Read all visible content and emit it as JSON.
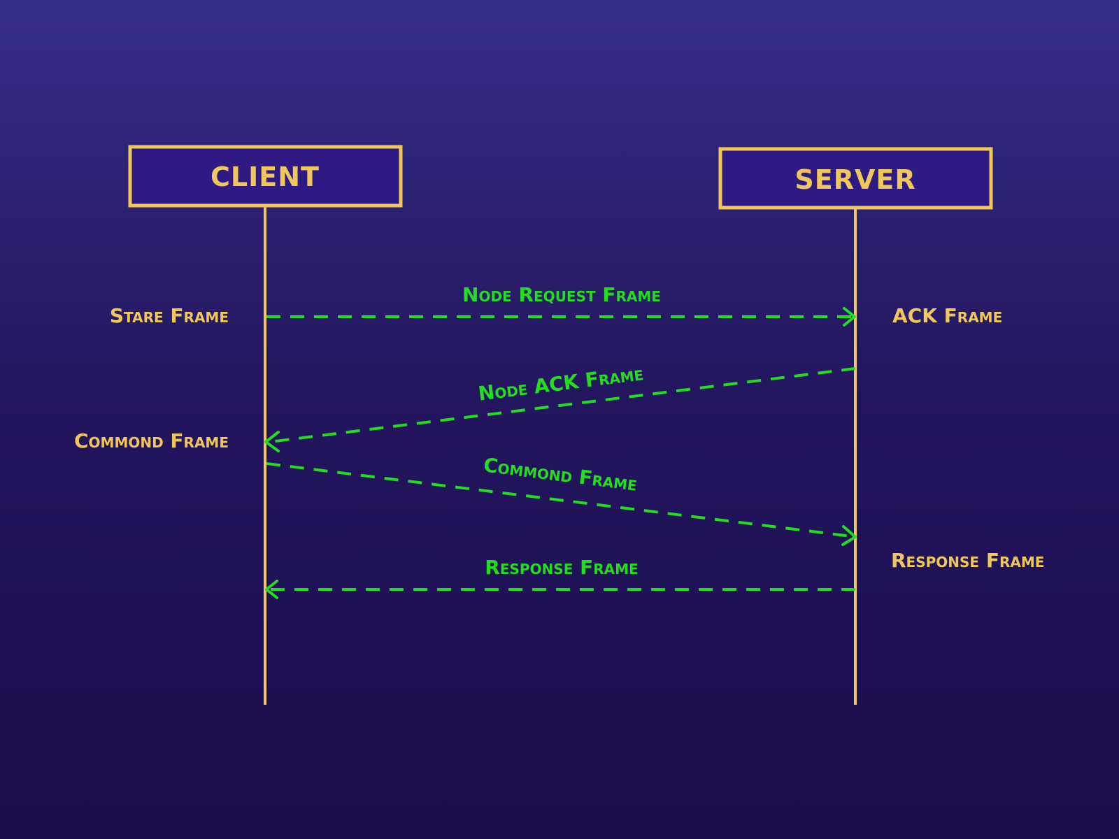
{
  "colors": {
    "accent": "#f0c75a",
    "message": "#23de20",
    "box_fill": "#2e1a82"
  },
  "participants": {
    "client": {
      "label": "CLIENT"
    },
    "server": {
      "label": "SERVER"
    }
  },
  "side_labels": {
    "client_1": "Stare Frame",
    "client_2": "Commond Frame",
    "server_1": "ACK Frame",
    "server_2": "Response Frame"
  },
  "messages": [
    {
      "label": "Node Request Frame",
      "from": "client",
      "to": "server"
    },
    {
      "label": "Node ACK Frame",
      "from": "server",
      "to": "client"
    },
    {
      "label": "Commond Frame",
      "from": "client",
      "to": "server"
    },
    {
      "label": "Response Frame",
      "from": "server",
      "to": "client"
    }
  ]
}
